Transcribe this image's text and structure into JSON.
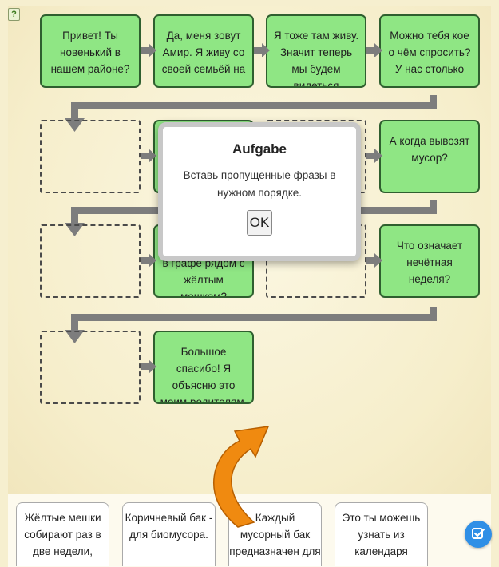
{
  "colors": {
    "card_green": "#8fe684",
    "card_border": "#2f5f2f",
    "connector": "#7d7d7d",
    "hint_arrow": "#f08a10",
    "check_button": "#2f8fe6"
  },
  "help_icon": "?",
  "cards": {
    "r1c1": "Привет! Ты новенький в нашем районе?",
    "r1c2": "Да, меня зовут Амир. Я живу со своей семьёй на",
    "r1c3": "Я тоже там живу. Значит теперь мы будем видеться",
    "r1c4": "Можно тебя кое о чём спросить? У нас столько",
    "r2c4": "А когда вывозят мусор?",
    "r3c2": "в графе рядом с жёлтым мешком?",
    "r3c4": "Что означает нечётная неделя?",
    "r4c2": "Большое спасибо! Я объясню это моим родителям."
  },
  "dialog": {
    "title": "Aufgabe",
    "message": "Вставь пропущенные фразы в нужном порядке.",
    "ok_label": "OK"
  },
  "pool": [
    "Жёлтые мешки собирают раз в две недели,",
    "Коричневый бак - для биомусора.",
    "Каждый мусорный бак предназначен для",
    "Это ты можешь узнать из календаря"
  ],
  "icons": {
    "help": "help-icon",
    "hint": "curved-arrow-icon",
    "check": "check-icon",
    "step": "right-arrow-icon"
  }
}
